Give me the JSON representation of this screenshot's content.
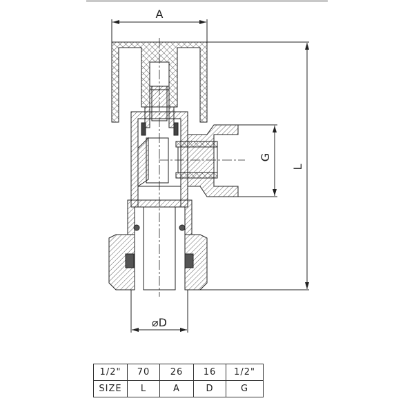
{
  "dimension_labels": {
    "A": "A",
    "L": "L",
    "G": "G",
    "D": "⌀D"
  },
  "table": {
    "rows": [
      [
        "1/2\"",
        "70",
        "26",
        "16",
        "1/2\""
      ],
      [
        "SIZE",
        "L",
        "A",
        "D",
        "G"
      ]
    ]
  }
}
